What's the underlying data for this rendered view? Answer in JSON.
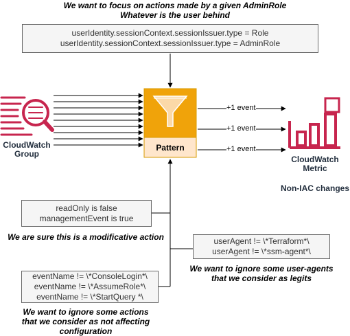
{
  "header": {
    "line1": "We want to focus on actions made by a given AdminRole",
    "line2": "Whatever is the user behind"
  },
  "session_filter": {
    "line1": "userIdentity.sessionContext.sessionIssuer.type = Role",
    "line2": "userIdentity.sessionContext.sessionIssuer.type = AdminRole"
  },
  "source": {
    "label_line1": "CloudWatch",
    "label_line2": "Group",
    "icon": "cloudwatch-logs-icon",
    "color": "#c7254e"
  },
  "pattern": {
    "label": "Pattern",
    "icon": "funnel-filter-icon",
    "fill_top": "#f0a30a",
    "fill_bottom": "#ffe6cc",
    "border": "#d79b00"
  },
  "events": [
    "+1 event",
    "+1 event",
    "+1 event"
  ],
  "target": {
    "label_line1": "CloudWatch",
    "label_line2": "Metric",
    "icon": "cloudwatch-metric-icon",
    "color": "#c7254e",
    "caption": "Non-IAC changes"
  },
  "readonly_filter": {
    "line1": "readOnly is false",
    "line2": "managementEvent is true",
    "note": "We are sure this is a modificative action"
  },
  "useragent_filter": {
    "line1": "userAgent != \\*Terraform*\\",
    "line2": "userAgent != \\*ssm-agent*\\",
    "note_line1": "We want to ignore some user-agents",
    "note_line2": "that we consider as legits"
  },
  "eventname_filter": {
    "line1": "eventName != \\*ConsoleLogin*\\",
    "line2": "eventName != \\*AssumeRole*\\",
    "line3": "eventName != \\*StartQuery *\\",
    "note_line1": "We want to ignore some actions",
    "note_line2": "that we consider as not affecting",
    "note_line3": "configuration"
  }
}
